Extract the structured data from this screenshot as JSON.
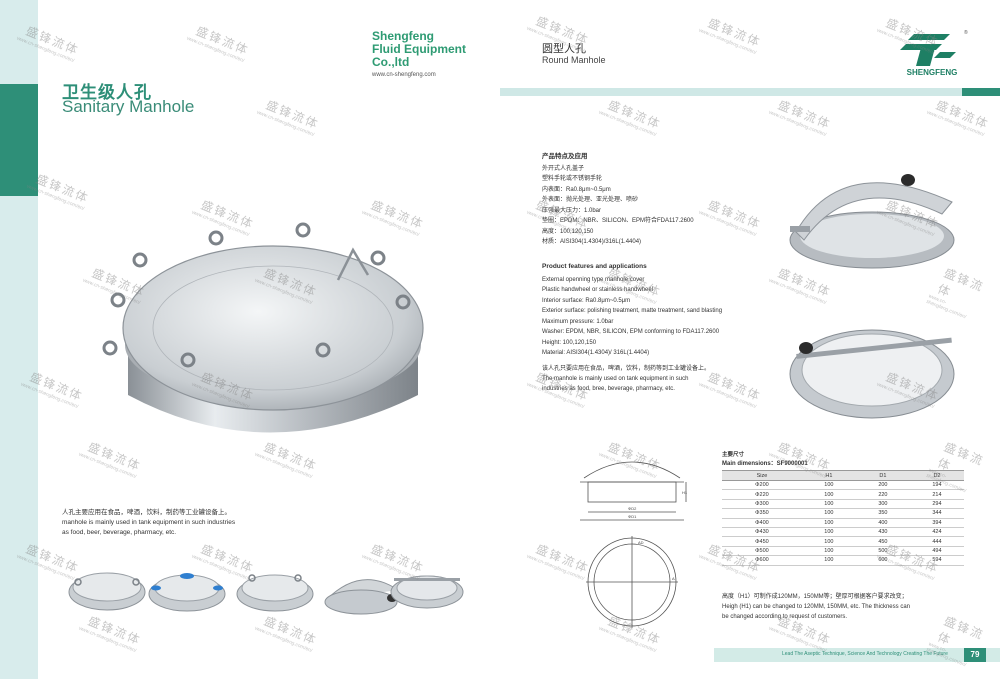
{
  "left_page": {
    "brand": {
      "line1": "Shengfeng",
      "line2": "Fluid Equipment",
      "line3": "Co.,ltd",
      "url": "www.cn-shengfeng.com"
    },
    "title_cn": "卫生级人孔",
    "title_en": "Sanitary Manhole",
    "caption": {
      "cn": "人孔主要应用在食品，啤酒，饮料，制药等工业罐设备上。",
      "en1": "manhole is mainly used in tank equipment in such industries",
      "en2": "as food, beer, beverage, pharmacy, etc."
    }
  },
  "right_page": {
    "title_cn": "圆型人孔",
    "title_en": "Round Manhole",
    "logo_text": "SHENGFENG",
    "logo_reg": "®",
    "features_cn": {
      "heading": "产品特点及应用",
      "lines": [
        "外开式人孔盖子",
        "塑料手轮或不锈钢手轮",
        "内表面：Ra0.8μm~0.5μm",
        "外表面：抛光处理、亚光处理、喷砂",
        "压强最大压力：1.0bar",
        "垫圈：EPDM、NBR、SILICON、EPM符合FDA117.2600",
        "高度：100,120,150",
        "材质：AISI304(1.4304)/316L(1.4404)"
      ]
    },
    "features_en": {
      "heading": "Product features and applications",
      "lines": [
        "External openning type manhole cover",
        "Plastic handwheel or stainless handwheel",
        "Interior surface: Ra0.8μm~0.5μm",
        "Exterior surface: polishing treatment, matte treatment, sand blasting",
        "Maximum pressure: 1.0bar",
        "Washer: EPDM, NBR, SILICON, EPM conforming to FDA117.2600",
        "Height: 100,120,150",
        "Material: AISI304(1.4304)/ 316L(1.4404)"
      ]
    },
    "usage": {
      "cn": "该人孔只要应用在食品，啤酒，饮料，制药等到工业罐设备上。",
      "en1": "The manhole is mainly used on tank equipment in such",
      "en2": "industries as food, bree, beverage, pharmacy, etc."
    },
    "dimensions": {
      "caption_cn": "主要尺寸",
      "caption_en": "Main dimensions：SF9000001",
      "headers": [
        "Size",
        "H1",
        "D1",
        "D2"
      ],
      "rows": [
        [
          "Φ200",
          "100",
          "200",
          "194"
        ],
        [
          "Φ220",
          "100",
          "220",
          "214"
        ],
        [
          "Φ300",
          "100",
          "300",
          "294"
        ],
        [
          "Φ350",
          "100",
          "350",
          "344"
        ],
        [
          "Φ400",
          "100",
          "400",
          "394"
        ],
        [
          "Φ430",
          "100",
          "430",
          "424"
        ],
        [
          "Φ450",
          "100",
          "450",
          "444"
        ],
        [
          "Φ500",
          "100",
          "500",
          "494"
        ],
        [
          "Φ600",
          "100",
          "600",
          "594"
        ]
      ]
    },
    "notes": {
      "cn": "高度（H1）可制作成120MM，150MM等；壁厚可根据客户要求改变；",
      "en1": "Heigh (H1) can be changed to 120MM, 150MM, etc. The thickness can",
      "en2": "be changed according to request of customers."
    },
    "drawing_labels": {
      "d1": "ΦD1",
      "d2": "ΦD2",
      "h1": "H1",
      "a": "A",
      "ad": "AD"
    },
    "footer_text": "Lead The Aseptic Technique, Science And Technology Creating The Future",
    "page_number": "79"
  },
  "watermark": {
    "cn": "盛锋流体",
    "url": "www.cn-shengfeng.com/en/"
  },
  "colors": {
    "brand_green": "#2e8f78",
    "band_light": "#d8ecec"
  }
}
